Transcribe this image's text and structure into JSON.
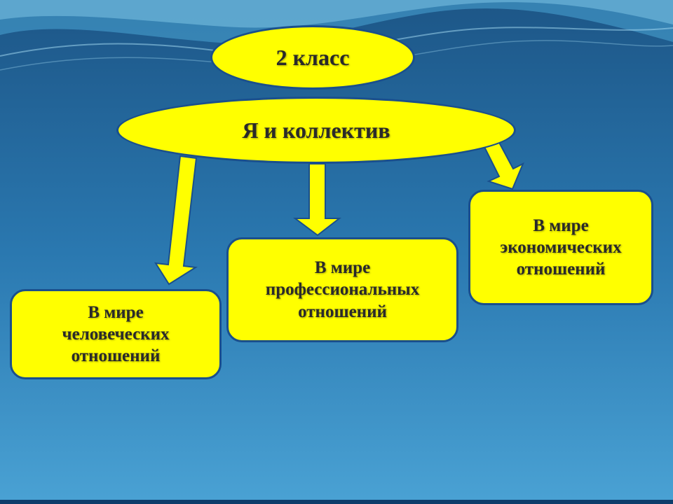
{
  "diagram": {
    "grade_label": "2 класс",
    "topic_label": "Я и коллектив",
    "boxes": [
      "В мире\nчеловеческих\nотношений",
      "В мире\nпрофессиональных\nотношений",
      "В мире\nэкономических\nотношений"
    ]
  },
  "colors": {
    "shape_fill": "#ffff00",
    "shape_border": "#1a4f8c",
    "arrow_fill": "#ffff00",
    "background_top": "#1d5687",
    "background_bottom": "#4aa2d4"
  }
}
